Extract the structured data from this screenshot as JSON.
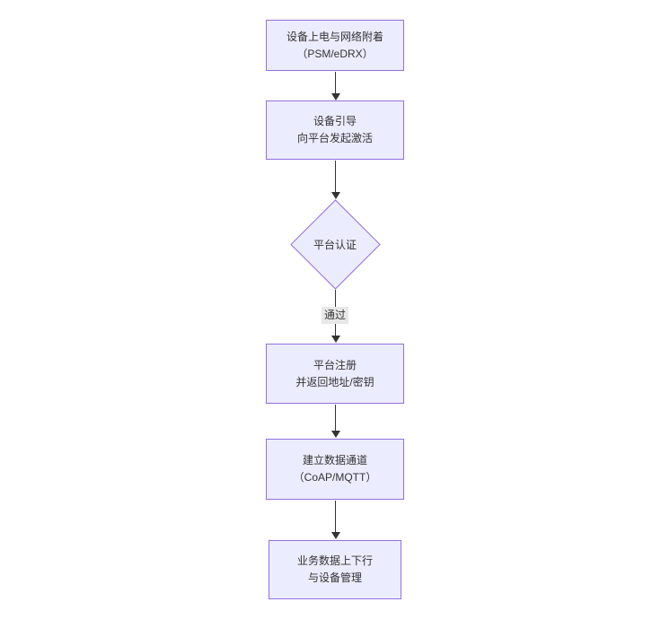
{
  "diagram": {
    "type": "flowchart",
    "direction": "top-down",
    "colors": {
      "background": "#ffffff",
      "node_fill": "#ECECFF",
      "node_border": "#9370DB",
      "text": "#333333",
      "arrow": "#333333",
      "edge_label_bg": "#e8e8e8"
    },
    "nodes": [
      {
        "id": "power-attach",
        "shape": "rect",
        "line1": "设备上电与网络附着",
        "line2": "（PSM/eDRX）"
      },
      {
        "id": "bootstrap",
        "shape": "rect",
        "line1": "设备引导",
        "line2": "向平台发起激活"
      },
      {
        "id": "auth",
        "shape": "diamond",
        "line1": "平台认证",
        "line2": ""
      },
      {
        "id": "register",
        "shape": "rect",
        "line1": "平台注册",
        "line2": "并返回地址/密钥"
      },
      {
        "id": "channel",
        "shape": "rect",
        "line1": "建立数据通道",
        "line2": "（CoAP/MQTT）"
      },
      {
        "id": "business",
        "shape": "rect",
        "line1": "业务数据上下行",
        "line2": "与设备管理"
      }
    ],
    "edges": [
      {
        "from": "power-attach",
        "to": "bootstrap",
        "label": ""
      },
      {
        "from": "bootstrap",
        "to": "auth",
        "label": ""
      },
      {
        "from": "auth",
        "to": "register",
        "label": "通过"
      },
      {
        "from": "register",
        "to": "channel",
        "label": ""
      },
      {
        "from": "channel",
        "to": "business",
        "label": ""
      }
    ]
  }
}
